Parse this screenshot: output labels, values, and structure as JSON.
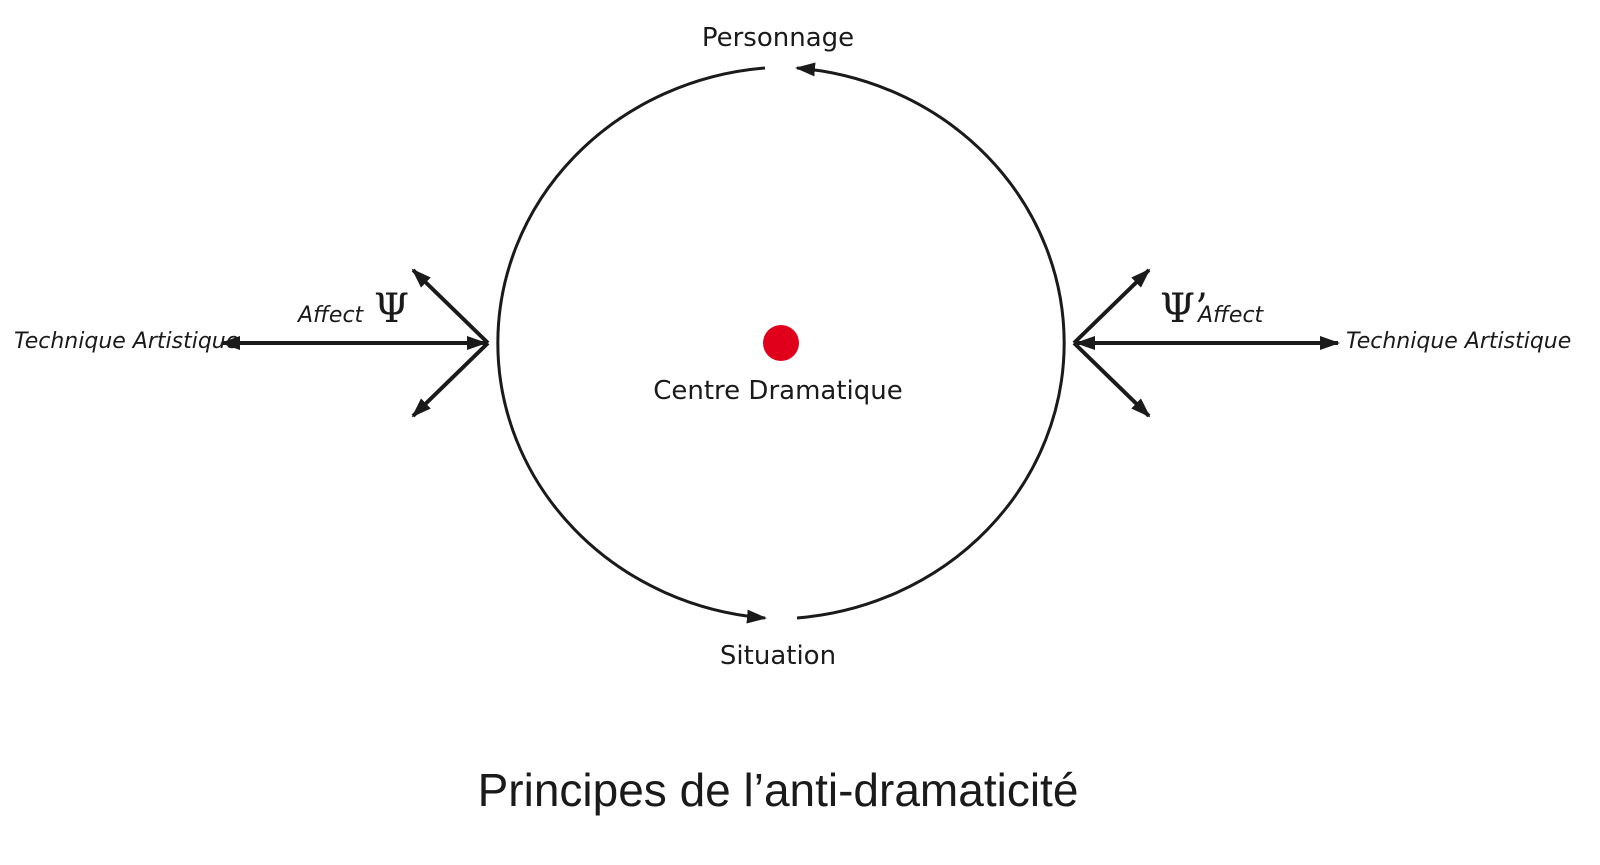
{
  "diagram": {
    "top_label": "Personnage",
    "bottom_label": "Situation",
    "center_label": "Centre Dramatique",
    "left": {
      "affect_label": "Affect",
      "psi_symbol": "Ψ",
      "technique_label": "Technique Artistique"
    },
    "right": {
      "affect_label": "Affect",
      "psi_symbol": "Ψ’",
      "technique_label": "Technique Artistique"
    },
    "center_dot_color": "#e0001b",
    "line_color": "#1a1a1a"
  },
  "caption": "Principes de l’anti-dramaticité"
}
